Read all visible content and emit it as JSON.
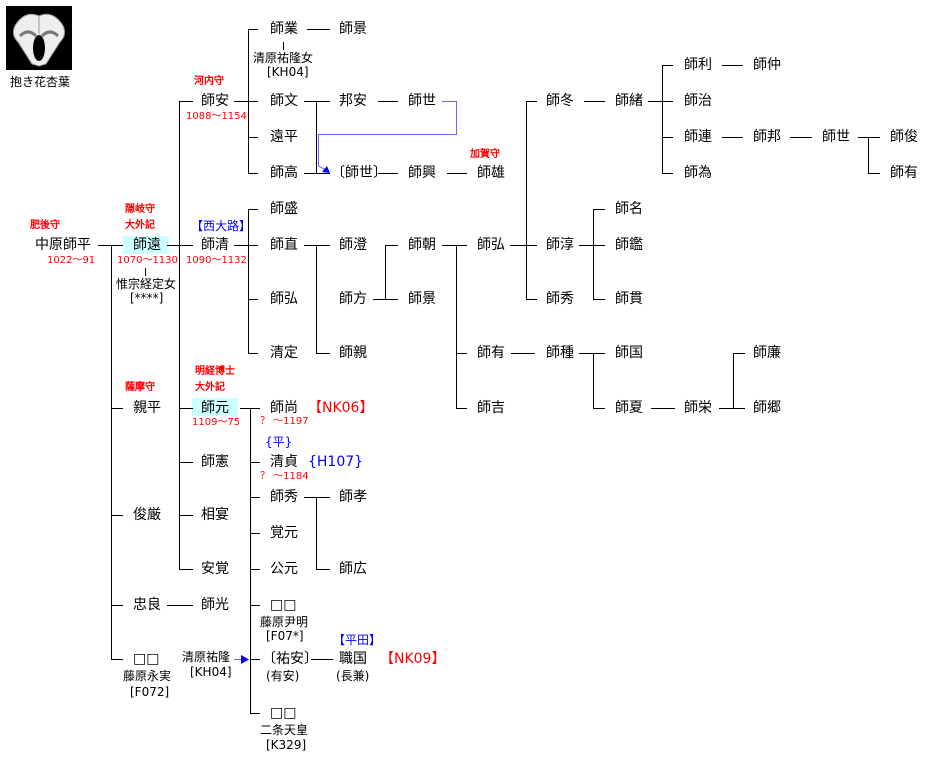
{
  "crest": {
    "name": "抱き花杏葉"
  },
  "labels": [
    {
      "text": "抱き花杏葉",
      "kind": "s",
      "role": "crest-name"
    },
    {
      "text": "中原師平",
      "kind": "n"
    },
    {
      "text": "肥後守",
      "kind": "o"
    },
    {
      "text": "1022〜91",
      "kind": "d"
    },
    {
      "text": "師遠",
      "kind": "n"
    },
    {
      "text": "隠岐守",
      "kind": "o"
    },
    {
      "text": "大外記",
      "kind": "o"
    },
    {
      "text": "1070〜1130",
      "kind": "d"
    },
    {
      "text": "惟宗経定女",
      "kind": "s"
    },
    {
      "text": "[****]",
      "kind": "s"
    },
    {
      "text": "親平",
      "kind": "n"
    },
    {
      "text": "薩摩守",
      "kind": "o"
    },
    {
      "text": "俊厳",
      "kind": "n"
    },
    {
      "text": "忠良",
      "kind": "n"
    },
    {
      "text": "□□",
      "kind": "n"
    },
    {
      "text": "藤原永実",
      "kind": "s"
    },
    {
      "text": "[F072]",
      "kind": "s"
    },
    {
      "text": "師安",
      "kind": "n"
    },
    {
      "text": "河内守",
      "kind": "o"
    },
    {
      "text": "1088〜1154",
      "kind": "d"
    },
    {
      "text": "【西大路】",
      "kind": "b"
    },
    {
      "text": "師清",
      "kind": "n"
    },
    {
      "text": "1090〜1132",
      "kind": "d"
    },
    {
      "text": "明経博士",
      "kind": "o"
    },
    {
      "text": "大外記",
      "kind": "o"
    },
    {
      "text": "師元",
      "kind": "n"
    },
    {
      "text": "1109〜75",
      "kind": "d"
    },
    {
      "text": "師憲",
      "kind": "n"
    },
    {
      "text": "相宴",
      "kind": "n"
    },
    {
      "text": "安覚",
      "kind": "n"
    },
    {
      "text": "師光",
      "kind": "n"
    },
    {
      "text": "清原祐隆",
      "kind": "s"
    },
    {
      "text": "[KH04]",
      "kind": "s"
    },
    {
      "text": "師業",
      "kind": "n"
    },
    {
      "text": "清原祐隆女",
      "kind": "s"
    },
    {
      "text": "[KH04]",
      "kind": "s"
    },
    {
      "text": "師文",
      "kind": "n"
    },
    {
      "text": "遠平",
      "kind": "n"
    },
    {
      "text": "師高",
      "kind": "n"
    },
    {
      "text": "師盛",
      "kind": "n"
    },
    {
      "text": "師直",
      "kind": "n"
    },
    {
      "text": "師弘",
      "kind": "n"
    },
    {
      "text": "清定",
      "kind": "n"
    },
    {
      "text": "師尚",
      "kind": "n"
    },
    {
      "text": "【NK06】",
      "kind": "r"
    },
    {
      "text": "？ 〜1197",
      "kind": "d"
    },
    {
      "text": "{平}",
      "kind": "b"
    },
    {
      "text": "清貞",
      "kind": "n"
    },
    {
      "text": "{H107}",
      "kind": "bc"
    },
    {
      "text": "？ 〜1184",
      "kind": "d"
    },
    {
      "text": "師秀",
      "kind": "n"
    },
    {
      "text": "覚元",
      "kind": "n"
    },
    {
      "text": "公元",
      "kind": "n"
    },
    {
      "text": "□□",
      "kind": "n"
    },
    {
      "text": "藤原尹明",
      "kind": "s"
    },
    {
      "text": "[F07*]",
      "kind": "s"
    },
    {
      "text": "〔祐安〕",
      "kind": "n"
    },
    {
      "text": "(有安)",
      "kind": "s"
    },
    {
      "text": "□□",
      "kind": "n"
    },
    {
      "text": "二条天皇",
      "kind": "s"
    },
    {
      "text": "[K329]",
      "kind": "s"
    },
    {
      "text": "師景",
      "kind": "n"
    },
    {
      "text": "邦安",
      "kind": "n"
    },
    {
      "text": "〔師世〕",
      "kind": "n"
    },
    {
      "text": "師澄",
      "kind": "n"
    },
    {
      "text": "師方",
      "kind": "n"
    },
    {
      "text": "師親",
      "kind": "n"
    },
    {
      "text": "師孝",
      "kind": "n"
    },
    {
      "text": "師広",
      "kind": "n"
    },
    {
      "text": "【平田】",
      "kind": "b"
    },
    {
      "text": "職国",
      "kind": "n"
    },
    {
      "text": "(長兼)",
      "kind": "s"
    },
    {
      "text": "【NK09】",
      "kind": "r"
    },
    {
      "text": "師世",
      "kind": "n"
    },
    {
      "text": "師興",
      "kind": "n"
    },
    {
      "text": "師朝",
      "kind": "n"
    },
    {
      "text": "師景",
      "kind": "n"
    },
    {
      "text": "加賀守",
      "kind": "o"
    },
    {
      "text": "師雄",
      "kind": "n"
    },
    {
      "text": "師弘",
      "kind": "n"
    },
    {
      "text": "師有",
      "kind": "n"
    },
    {
      "text": "師吉",
      "kind": "n"
    },
    {
      "text": "師冬",
      "kind": "n"
    },
    {
      "text": "師淳",
      "kind": "n"
    },
    {
      "text": "師秀",
      "kind": "n"
    },
    {
      "text": "師種",
      "kind": "n"
    },
    {
      "text": "師緒",
      "kind": "n"
    },
    {
      "text": "師名",
      "kind": "n"
    },
    {
      "text": "師鑑",
      "kind": "n"
    },
    {
      "text": "師貫",
      "kind": "n"
    },
    {
      "text": "師国",
      "kind": "n"
    },
    {
      "text": "師夏",
      "kind": "n"
    },
    {
      "text": "師利",
      "kind": "n"
    },
    {
      "text": "師治",
      "kind": "n"
    },
    {
      "text": "師連",
      "kind": "n"
    },
    {
      "text": "師為",
      "kind": "n"
    },
    {
      "text": "師栄",
      "kind": "n"
    },
    {
      "text": "師仲",
      "kind": "n"
    },
    {
      "text": "師邦",
      "kind": "n"
    },
    {
      "text": "師廉",
      "kind": "n"
    },
    {
      "text": "師郷",
      "kind": "n"
    },
    {
      "text": "師世",
      "kind": "n"
    },
    {
      "text": "師俊",
      "kind": "n"
    },
    {
      "text": "師有",
      "kind": "n"
    }
  ],
  "colors": {
    "office": "#ff0000",
    "alias": "#0000ff",
    "highlight": "#ccffff",
    "link": "#6666ff"
  }
}
